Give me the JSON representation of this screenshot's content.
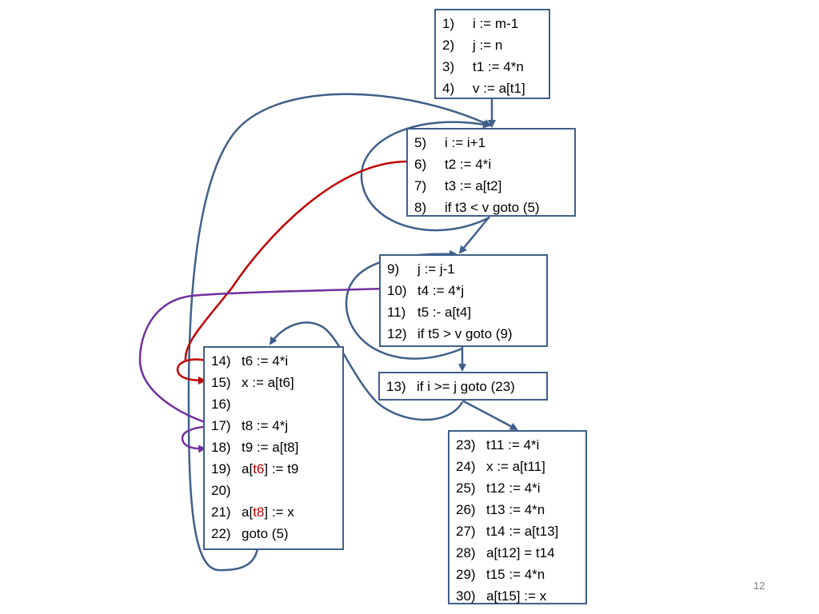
{
  "colors": {
    "block_border": "#3f5f8a",
    "flow_edge": "#3f5f8a",
    "red_edge": "#c00000",
    "purple_edge": "#7030a0",
    "highlight_text": "#c00000"
  },
  "blocks": [
    {
      "id": "b1",
      "lines": [
        {
          "num": "1)",
          "code": "i := m-1"
        },
        {
          "num": "2)",
          "code": "j := n"
        },
        {
          "num": "3)",
          "code": "t1 := 4*n"
        },
        {
          "num": "4)",
          "code": "v := a[t1]"
        }
      ]
    },
    {
      "id": "b2",
      "lines": [
        {
          "num": "5)",
          "code": "i := i+1"
        },
        {
          "num": "6)",
          "code": "t2 := 4*i"
        },
        {
          "num": "7)",
          "code": "t3 := a[t2]"
        },
        {
          "num": "8)",
          "code": "if t3 < v goto (5)"
        }
      ]
    },
    {
      "id": "b3",
      "lines": [
        {
          "num": "9)",
          "code": "j := j-1"
        },
        {
          "num": "10)",
          "code": "t4 := 4*j"
        },
        {
          "num": "11)",
          "code": "t5 :- a[t4]"
        },
        {
          "num": "12)",
          "code": "if t5 > v goto (9)"
        }
      ]
    },
    {
      "id": "b4",
      "lines": [
        {
          "num": "13)",
          "code": "if i >= j goto (23)"
        }
      ]
    },
    {
      "id": "b5",
      "lines": [
        {
          "num": "14)",
          "code": "t6 := 4*i"
        },
        {
          "num": "15)",
          "code": "x := a[t6]"
        },
        {
          "num": "16)",
          "code": ""
        },
        {
          "num": "17)",
          "code": "t8 := 4*j"
        },
        {
          "num": "18)",
          "code": "t9 := a[t8]"
        },
        {
          "num": "19)",
          "code": "a[t6] := t9"
        },
        {
          "num": "20)",
          "code": ""
        },
        {
          "num": "21)",
          "code": "a[t8] := x"
        },
        {
          "num": "22)",
          "code": "goto (5)"
        }
      ]
    },
    {
      "id": "b6",
      "lines": [
        {
          "num": "23)",
          "code": "t11 := 4*i"
        },
        {
          "num": "24)",
          "code": "x := a[t11]"
        },
        {
          "num": "25)",
          "code": "t12 := 4*i"
        },
        {
          "num": "26)",
          "code": "t13 := 4*n"
        },
        {
          "num": "27)",
          "code": "t14 := a[t13]"
        },
        {
          "num": "28)",
          "code": "a[t12] = t14"
        },
        {
          "num": "29)",
          "code": "t15 := 4*n"
        },
        {
          "num": "30)",
          "code": "a[t15] := x"
        }
      ]
    }
  ],
  "page_number": "12"
}
